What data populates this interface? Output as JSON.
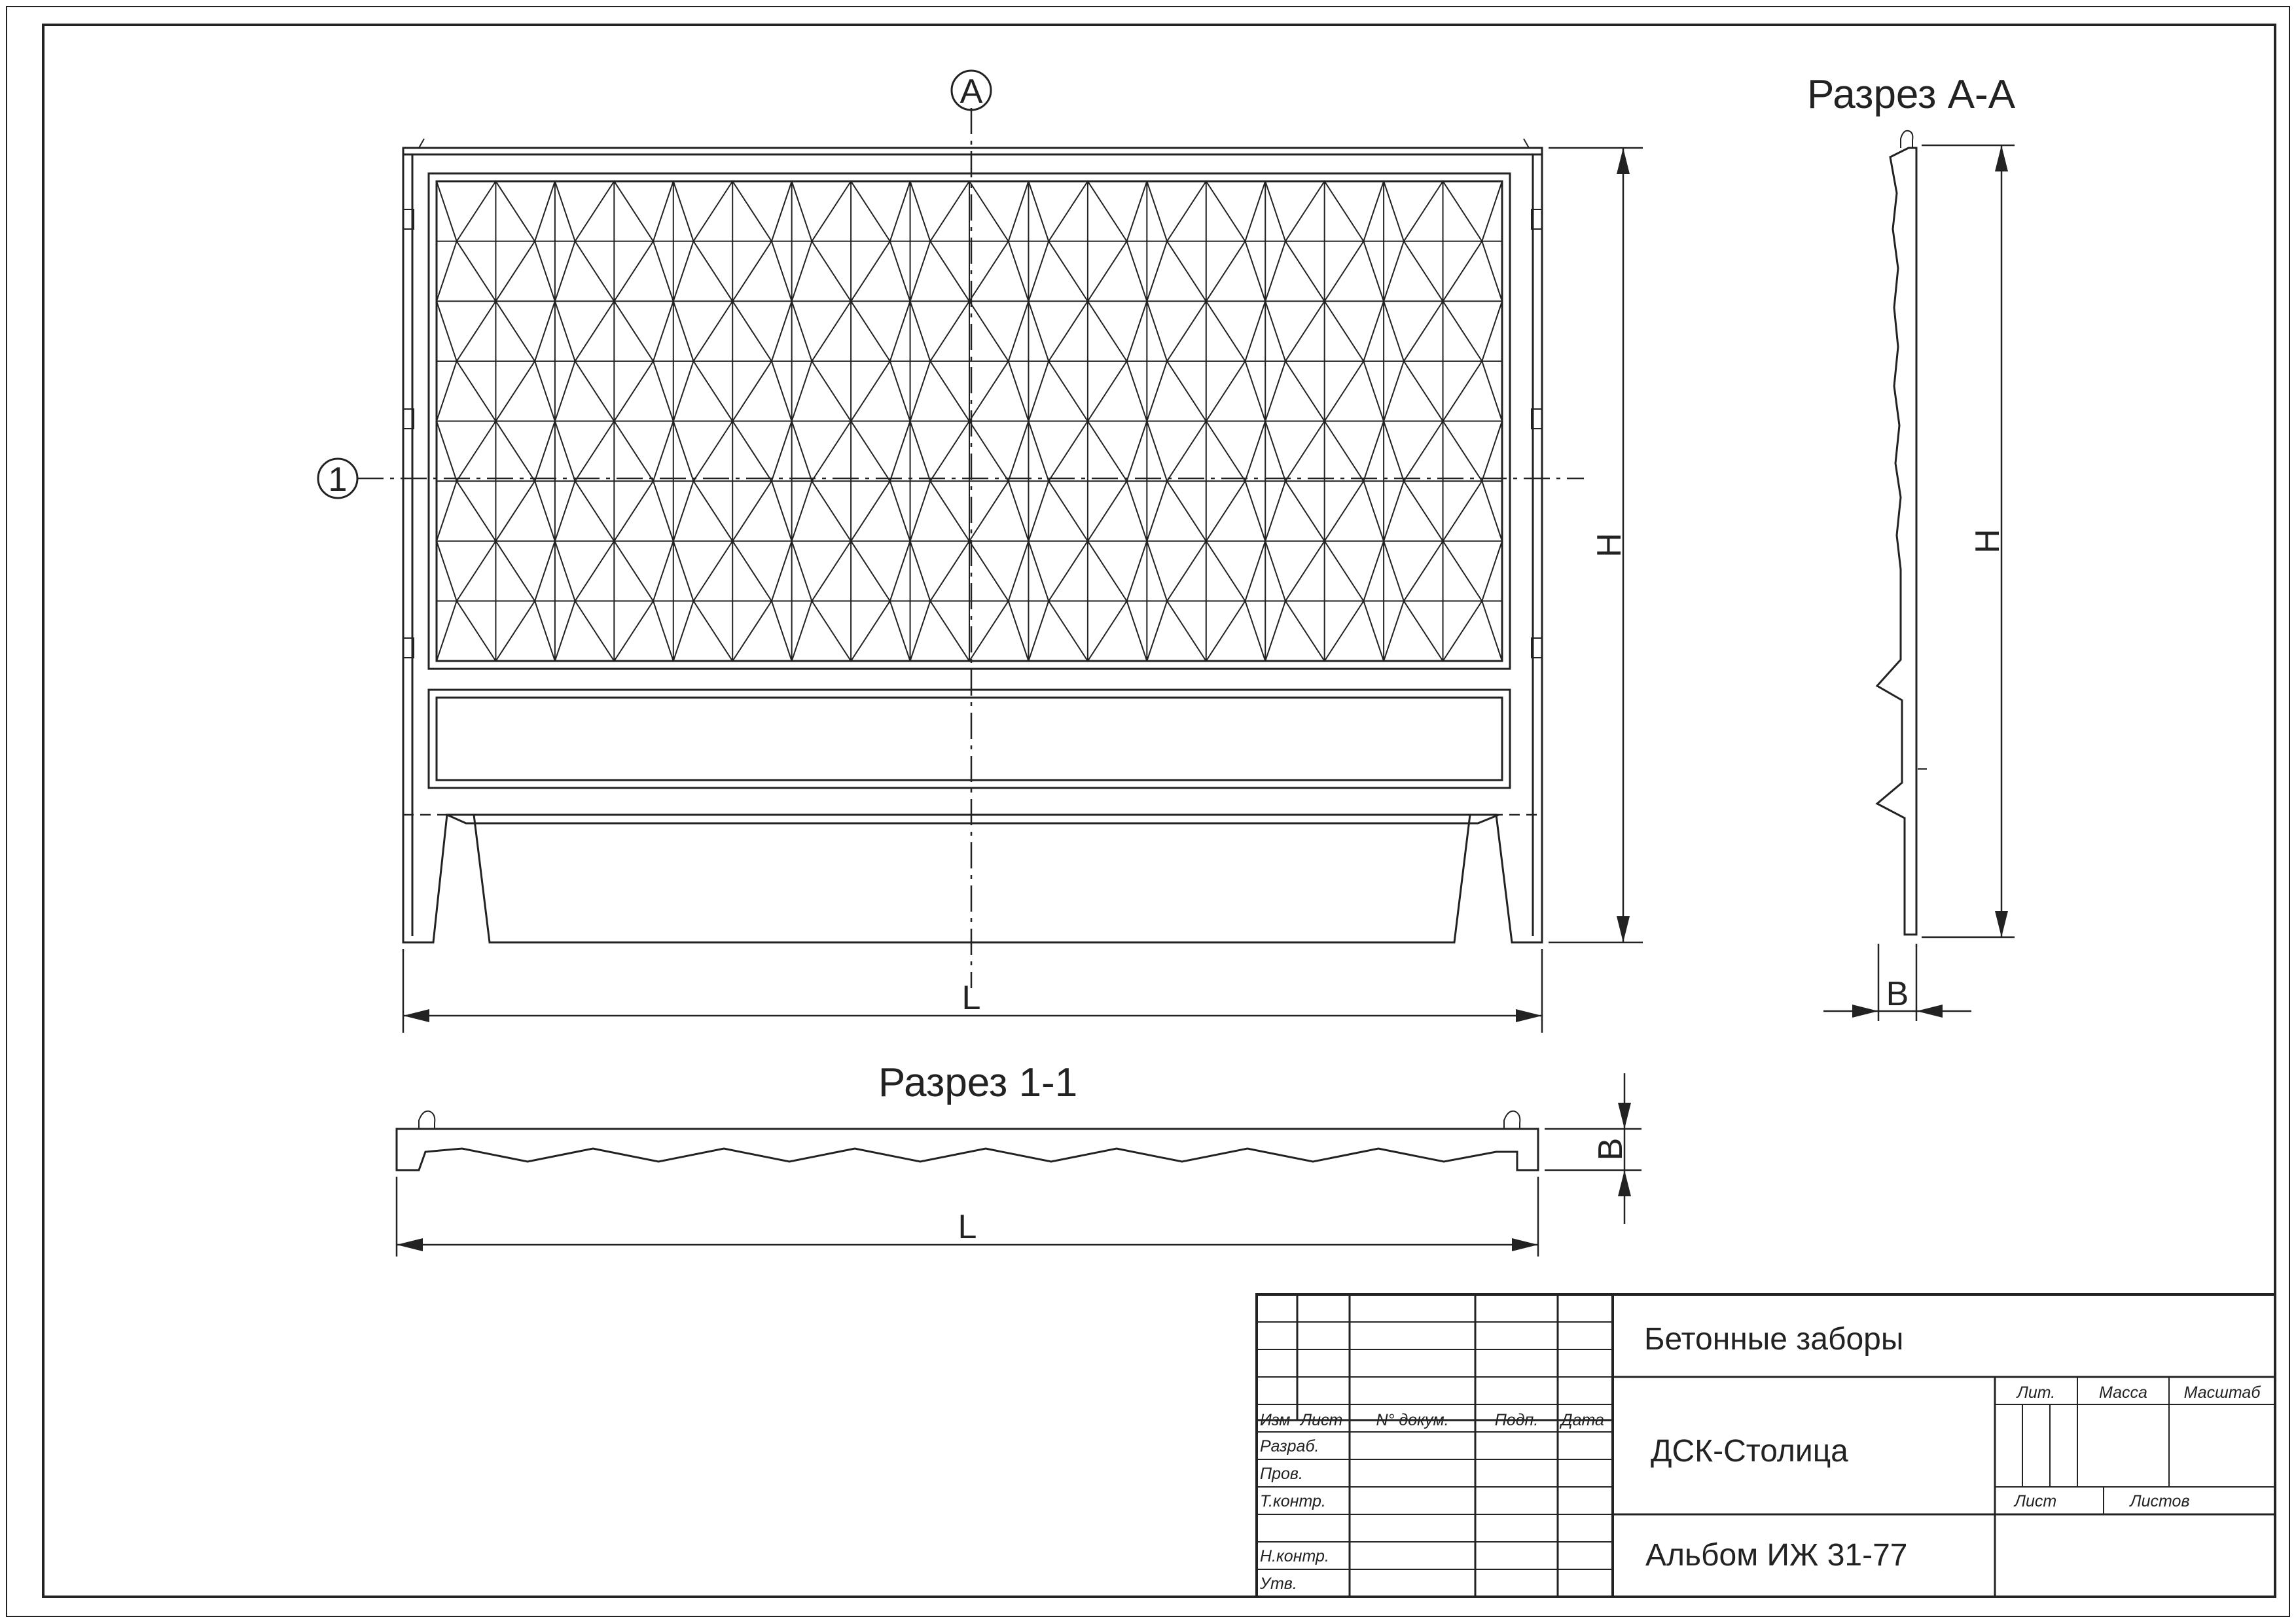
{
  "views": {
    "section_aa_title": "Разрез А-А",
    "section_11_title": "Разрез 1-1"
  },
  "markers": {
    "axis_a": "А",
    "axis_1": "1"
  },
  "dimensions": {
    "length": "L",
    "height": "H",
    "thickness": "B"
  },
  "title_block": {
    "title": "Бетонные заборы",
    "organization": "ДСК-Столица",
    "album": "Альбом ИЖ 31-77",
    "headers": {
      "izm": "Изм",
      "list": "Лист",
      "doc_no": "N° докум.",
      "sign": "Подп.",
      "date": "Дата",
      "lit": "Лит.",
      "mass": "Масса",
      "scale": "Масштаб",
      "sheet": "Лист",
      "sheets": "Листов"
    },
    "roles": {
      "developed": "Разраб.",
      "checked": "Пров.",
      "tech_control": "Т.контр.",
      "norm_control": "Н.контр.",
      "approved": "Утв."
    }
  }
}
